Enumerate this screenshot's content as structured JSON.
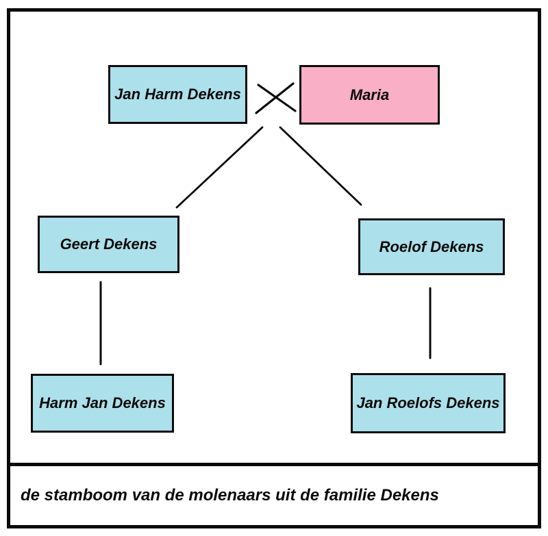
{
  "diagram": {
    "caption": "de stamboom van de molenaars uit de familie Dekens",
    "marriage_symbol": "x-cross",
    "colors": {
      "male_box_fill": "#ACE0EB",
      "female_box_fill": "#F9AFC5",
      "box_border": "#0a0a0a",
      "connector_line": "#0a0a0a",
      "background": "#FFFFFF"
    },
    "nodes": [
      {
        "id": "jan-harm-dekens",
        "label": "Jan Harm Dekens",
        "box_color": "#ACE0EB",
        "generation": 1
      },
      {
        "id": "maria",
        "label": "Maria",
        "box_color": "#F9AFC5",
        "generation": 1
      },
      {
        "id": "geert-dekens",
        "label": "Geert Dekens",
        "box_color": "#ACE0EB",
        "generation": 2
      },
      {
        "id": "roelof-dekens",
        "label": "Roelof Dekens",
        "box_color": "#ACE0EB",
        "generation": 2
      },
      {
        "id": "harm-jan-dekens",
        "label": "Harm Jan Dekens",
        "box_color": "#ACE0EB",
        "generation": 3
      },
      {
        "id": "jan-roelofs-dekens",
        "label": "Jan Roelofs Dekens",
        "box_color": "#ACE0EB",
        "generation": 3
      }
    ],
    "relations": [
      {
        "type": "marriage",
        "between": [
          "Jan Harm Dekens",
          "Maria"
        ]
      },
      {
        "type": "child",
        "parents": "Jan Harm Dekens + Maria",
        "child": "Geert Dekens"
      },
      {
        "type": "child",
        "parents": "Jan Harm Dekens + Maria",
        "child": "Roelof Dekens"
      },
      {
        "type": "child",
        "parents": "Geert Dekens",
        "child": "Harm Jan Dekens"
      },
      {
        "type": "child",
        "parents": "Roelof Dekens",
        "child": "Jan Roelofs Dekens"
      }
    ]
  }
}
